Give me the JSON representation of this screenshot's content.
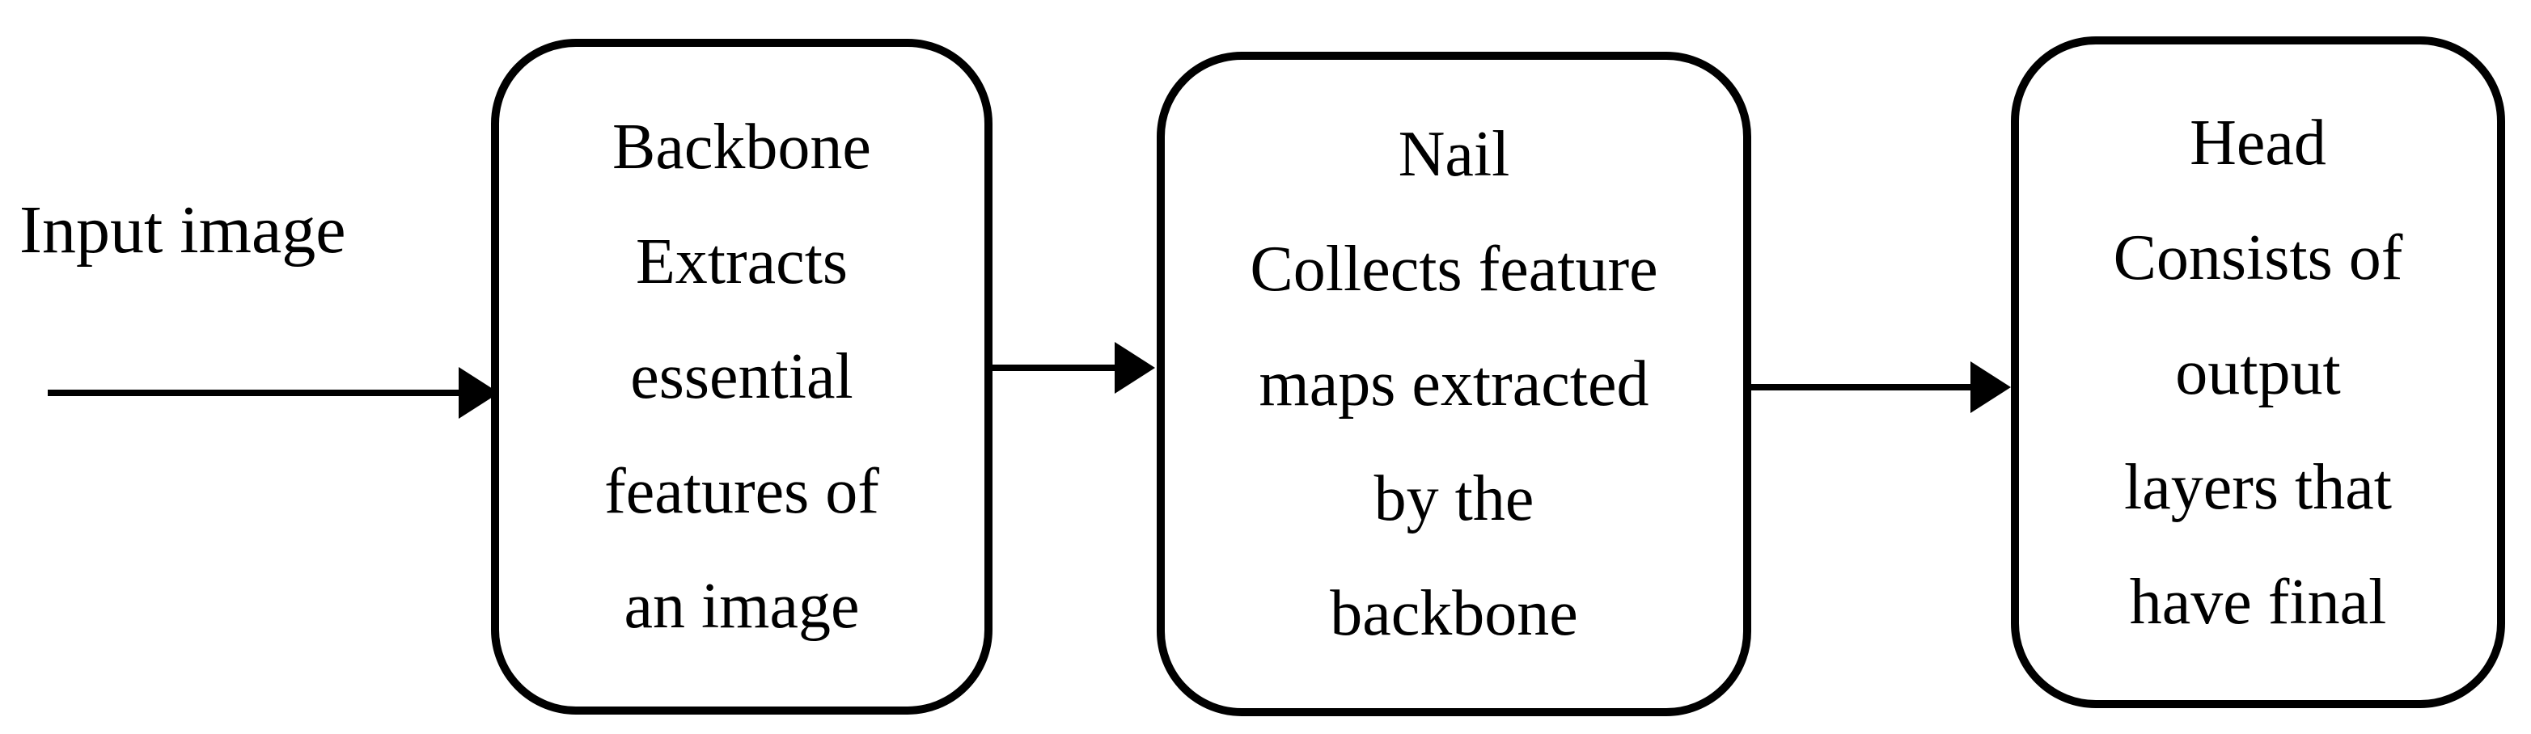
{
  "colors": {
    "ink": "#000000",
    "background": "#ffffff"
  },
  "input_label": "Input image",
  "boxes": [
    {
      "title": "Backbone",
      "lines": [
        "Extracts",
        "essential",
        "features of",
        "an image"
      ]
    },
    {
      "title": "Nail",
      "lines": [
        "Collects feature",
        "maps extracted",
        "by the",
        "backbone"
      ]
    },
    {
      "title": "Head",
      "lines": [
        "Consists of",
        "output",
        "layers that",
        "have final"
      ]
    }
  ],
  "arrows": [
    {
      "from": "Input image",
      "to": "Backbone"
    },
    {
      "from": "Backbone",
      "to": "Nail"
    },
    {
      "from": "Nail",
      "to": "Head"
    }
  ],
  "icons": {
    "arrow_head": "filled-right-triangle"
  }
}
